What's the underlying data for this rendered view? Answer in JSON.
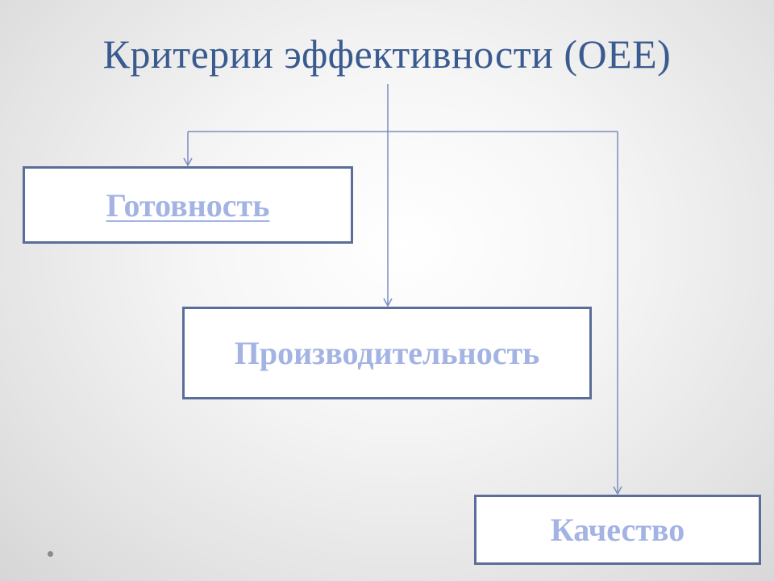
{
  "slide": {
    "title": "Критерии эффективности (OEE)"
  },
  "diagram": {
    "boxes": {
      "readiness": "Готовность",
      "productivity": "Производительность",
      "quality": "Качество"
    }
  },
  "colors": {
    "title": "#3a5b8f",
    "box_border": "#5a6e99",
    "box_text": "#a3b3e3",
    "connector": "#7b8cc0"
  }
}
